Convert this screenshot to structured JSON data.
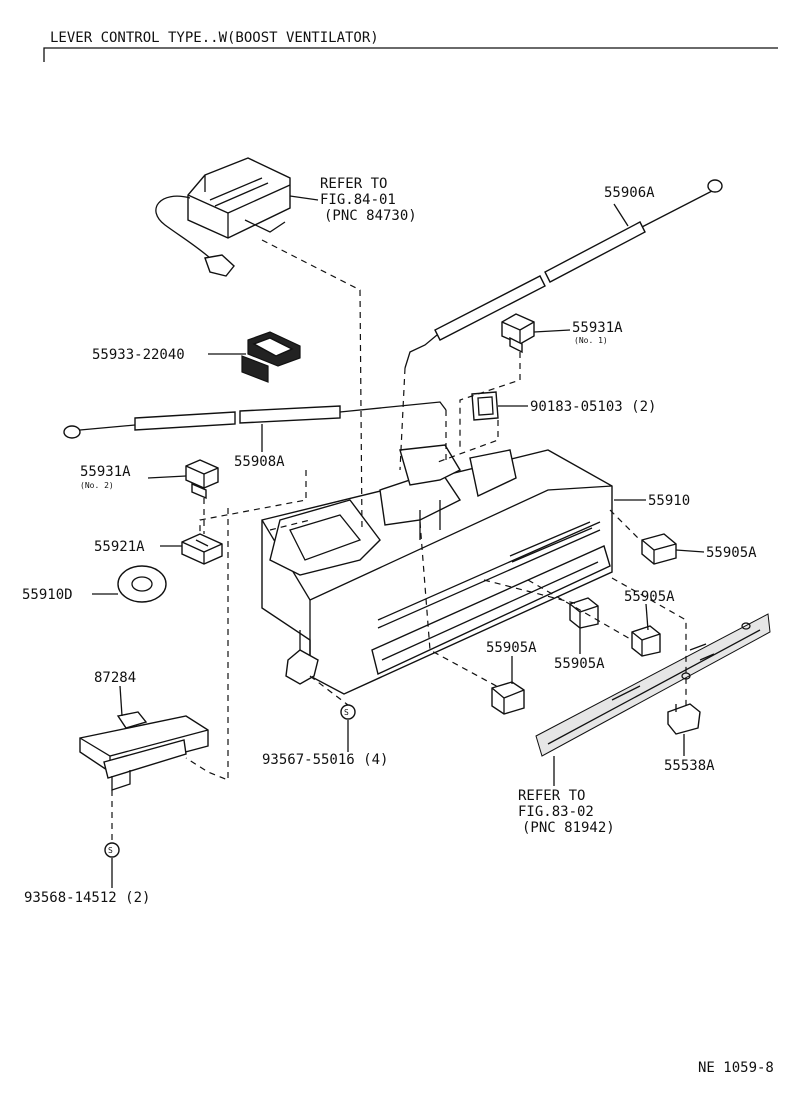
{
  "header": {
    "title": "LEVER CONTROL TYPE..W(BOOST VENTILATOR)"
  },
  "figure_code": "NE 1059-8",
  "refs": {
    "ref_top": [
      "REFER TO",
      "FIG.84-01",
      "(PNC 84730)"
    ],
    "ref_bottom": [
      "REFER TO",
      "FIG.83-02",
      "(PNC 81942)"
    ]
  },
  "parts": {
    "p55906A": "55906A",
    "p55931A_1": "55931A",
    "p55931A_1_note": "(No. 1)",
    "p55933": "55933-22040",
    "p90183": "90183-05103 (2)",
    "p55908A": "55908A",
    "p55931A_2": "55931A",
    "p55931A_2_note": "(No. 2)",
    "p55910": "55910",
    "p55905A_r": "55905A",
    "p55921A": "55921A",
    "p55905A_m": "55905A",
    "p55910D": "55910D",
    "p55905A_c": "55905A",
    "p55905A_c2": "55905A",
    "p87284": "87284",
    "p93567": "93567-55016 (4)",
    "p55538A": "55538A",
    "p93568": "93568-14512 (2)",
    "screw_mark": "S"
  }
}
